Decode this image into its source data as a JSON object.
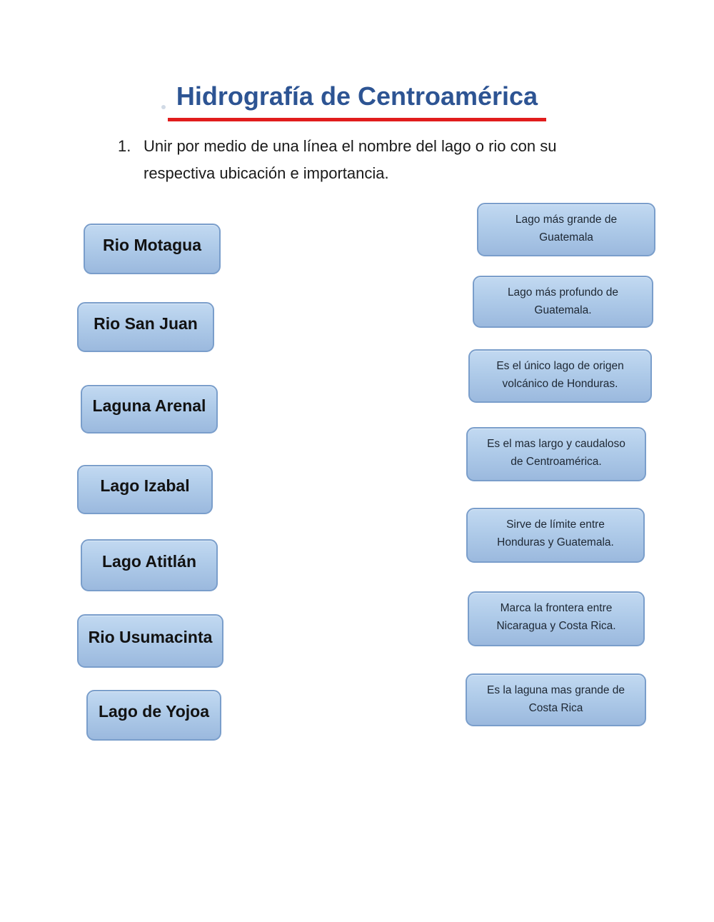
{
  "header": {
    "title": "Hidrografía de Centroamérica",
    "instruction_number": "1.",
    "instruction_line1": "Unir por medio de una línea el nombre del lago o rio con su",
    "instruction_line2": "respectiva ubicación e importancia."
  },
  "colors": {
    "title_blue": "#2d5493",
    "underline_red": "#e11d1d",
    "box_border": "#7a9ecb",
    "box_fill_top": "#c2d9f1",
    "box_fill_bottom": "#9bb9de",
    "left_label_text": "#121212",
    "right_box_text": "#1d2733"
  },
  "left_items": [
    {
      "label": "Rio Motagua"
    },
    {
      "label": "Rio San Juan"
    },
    {
      "label": "Laguna Arenal"
    },
    {
      "label": "Lago Izabal"
    },
    {
      "label": "Lago Atitlán"
    },
    {
      "label": "Rio Usumacinta"
    },
    {
      "label": "Lago de Yojoa"
    }
  ],
  "right_items": [
    {
      "line1": "Lago más grande de",
      "line2": "Guatemala"
    },
    {
      "line1": "Lago más profundo de",
      "line2": "Guatemala."
    },
    {
      "line1": "Es el único lago de origen",
      "line2": "volcánico de Honduras."
    },
    {
      "line1": "Es el mas largo y caudaloso",
      "line2": "de Centroamérica."
    },
    {
      "line1": "Sirve de límite entre",
      "line2": "Honduras y Guatemala."
    },
    {
      "line1": "Marca la frontera entre",
      "line2": "Nicaragua y Costa Rica."
    },
    {
      "line1": "Es la laguna mas grande de",
      "line2": "Costa Rica"
    }
  ]
}
